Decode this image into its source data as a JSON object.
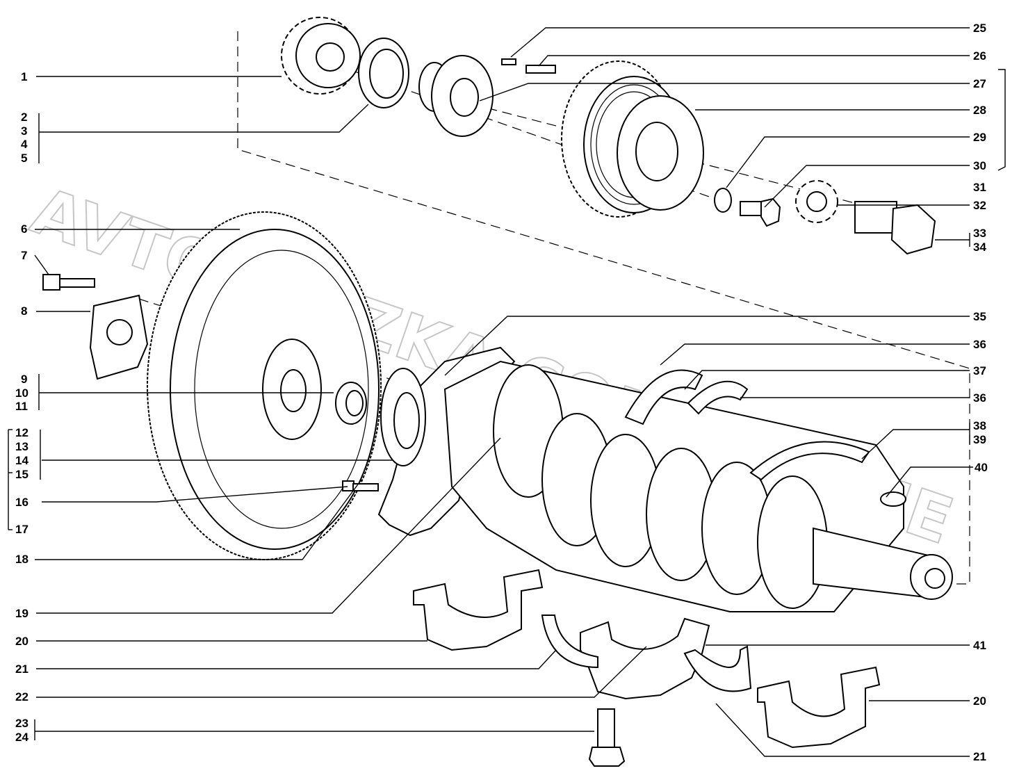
{
  "watermark": "AVTOSKAZKA.COM.ONLINE",
  "callouts_left": [
    "1",
    "2",
    "3",
    "4",
    "5",
    "6",
    "7",
    "8",
    "9",
    "10",
    "11",
    "12",
    "13",
    "14",
    "15",
    "16",
    "17",
    "18",
    "19",
    "20",
    "21",
    "22",
    "23",
    "24"
  ],
  "callouts_right": [
    "25",
    "26",
    "27",
    "28",
    "29",
    "30",
    "31",
    "32",
    "33",
    "34",
    "35",
    "36",
    "37",
    "36",
    "38",
    "39",
    "40",
    "41",
    "20",
    "21"
  ]
}
